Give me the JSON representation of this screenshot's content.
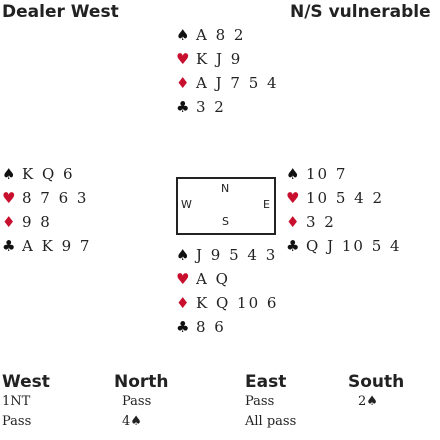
{
  "header": {
    "dealer": "Dealer West",
    "vulnerability": "N/S vulnerable"
  },
  "suit_glyphs": {
    "spades": "♠",
    "hearts": "♥",
    "diamonds": "♦",
    "clubs": "♣"
  },
  "colors": {
    "red": "#c8102e",
    "black": "#111111"
  },
  "hands": {
    "north": {
      "spades": "A 8 2",
      "hearts": "K J 9",
      "diamonds": "A J 7 5 4",
      "clubs": "3 2"
    },
    "west": {
      "spades": "K Q 6",
      "hearts": "8 7 6 3",
      "diamonds": "9 8",
      "clubs": "A K 9 7"
    },
    "east": {
      "spades": "10 7",
      "hearts": "10 5 4 2",
      "diamonds": "3 2",
      "clubs": "Q J 10 5 4"
    },
    "south": {
      "spades": "J 9 5 4 3",
      "hearts": "A Q",
      "diamonds": "K Q 10 6",
      "clubs": "8 6"
    }
  },
  "compass": {
    "n": "N",
    "s": "S",
    "w": "W",
    "e": "E"
  },
  "auction": {
    "headers": [
      "West",
      "North",
      "East",
      "South"
    ],
    "rows": [
      [
        "1NT",
        "Pass",
        "Pass",
        "2♠"
      ],
      [
        "Pass",
        "4♠",
        "All pass",
        ""
      ]
    ]
  }
}
